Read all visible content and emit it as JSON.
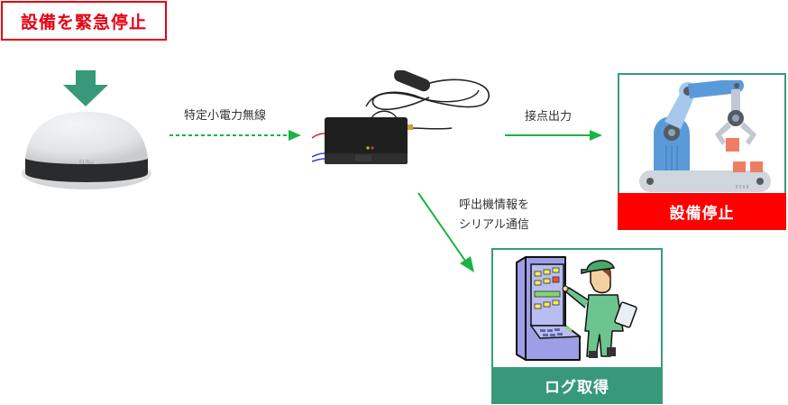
{
  "title": {
    "text": "設備を緊急停止",
    "color": "#e60012"
  },
  "devices": {
    "call_button": {
      "name": "emergency-call-button",
      "icon": "dome-button-icon"
    },
    "receiver": {
      "name": "wireless-receiver",
      "icon": "receiver-box-icon"
    }
  },
  "arrows": {
    "press": {
      "color": "#38997a"
    },
    "wireless": {
      "label": "特定小電力無線",
      "style": "dashed",
      "color": "#19b443"
    },
    "contact": {
      "label": "接点出力",
      "style": "solid",
      "color": "#19b443"
    },
    "serial": {
      "label_lines": [
        "呼出機情報を",
        "シリアル通信"
      ],
      "style": "solid",
      "color": "#19b443"
    }
  },
  "cards": {
    "stop": {
      "label": "設備停止",
      "footer_color": "#ff0000",
      "icon": "robot-arm-icon"
    },
    "log": {
      "label": "ログ取得",
      "footer_color": "#38997a",
      "icon": "operator-machine-icon"
    }
  }
}
